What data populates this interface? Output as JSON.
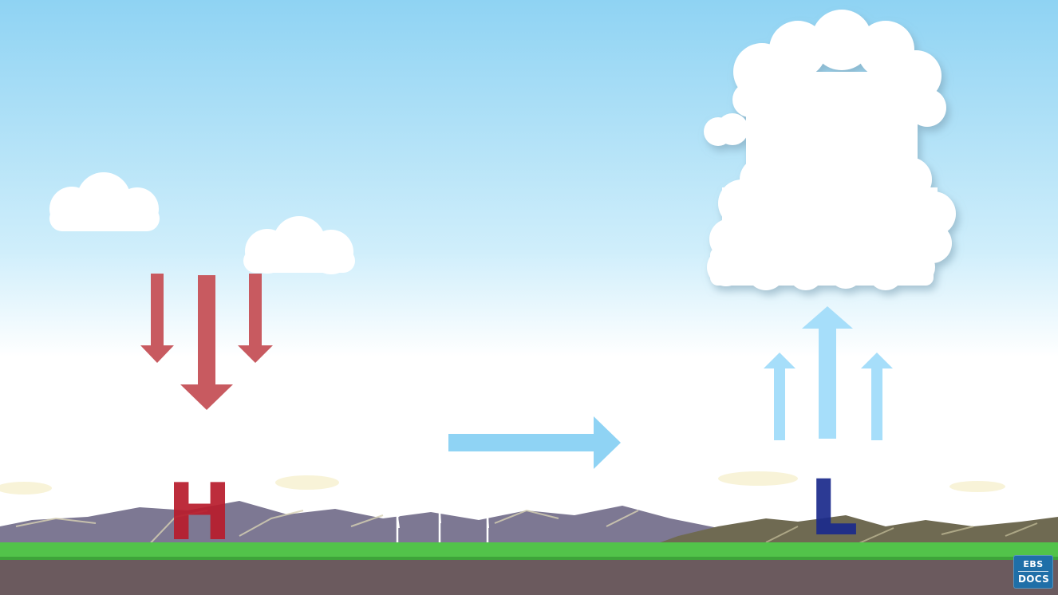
{
  "watermark": {
    "line1": "EBS",
    "line2": "DOCS"
  },
  "labels": {
    "high": "H",
    "low": "L"
  },
  "colors": {
    "sky_top": "#8fd3f3",
    "sky_bottom": "#ffffff",
    "high_pressure": "#c85a60",
    "high_letter": "#b81c2c",
    "low_letter": "#1b2a8c",
    "rising_air": "#a6defa",
    "wind_arrow": "#8fd3f4",
    "mountains": "#7d7893",
    "hills_right": "#6f6a52",
    "grass": "#52c34a",
    "ground": "#6b5a5e",
    "cloud": "#ffffff"
  },
  "icons": {
    "high_pressure_arrows": "down-arrow-icon",
    "rising_air_arrows": "up-arrow-icon",
    "wind": "right-arrow-icon",
    "turbines": "wind-turbine-icon"
  }
}
